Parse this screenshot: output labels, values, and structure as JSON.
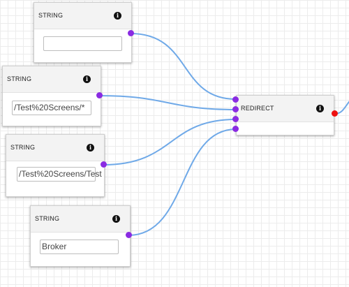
{
  "nodes": {
    "string1": {
      "title": "STRING",
      "value": "",
      "info_icon": "info-icon"
    },
    "string2": {
      "title": "STRING",
      "value": "/Test%20Screens/*",
      "info_icon": "info-icon"
    },
    "string3": {
      "title": "STRING",
      "value": "/Test%20Screens/Test",
      "info_icon": "info-icon"
    },
    "string4": {
      "title": "STRING",
      "value": "Broker",
      "info_icon": "info-icon"
    },
    "redirect": {
      "title": "REDIRECT",
      "info_icon": "info-icon"
    }
  },
  "colors": {
    "wire": "#6fa9e8",
    "input_port": "#8a2be2",
    "output_port_error": "#ee1111",
    "grid": "#ececec"
  }
}
